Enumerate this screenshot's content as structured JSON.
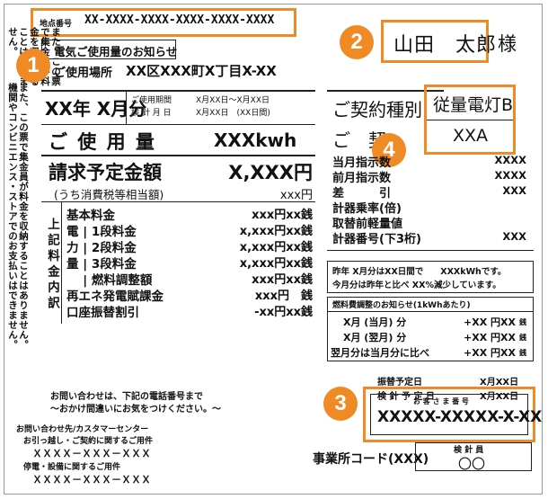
{
  "meter_point": {
    "label": "地点番号",
    "value": "XX-XXXX-XXXX-XXXX-XXXX-XXXX"
  },
  "left_vertical_text": "また、この票で集金員が料金を収納することはありません。",
  "left_vertical_text2": "機関やコンビニエンス・ストアでのお支払いはできません。",
  "notice_title": "電気ご使用量のお知らせ",
  "usage_place": {
    "label": "ご使用場所",
    "value": "XX区XXX町X丁目X-XX"
  },
  "customer": {
    "name": "山田　太郎",
    "suffix": "様"
  },
  "period": {
    "label": "XX年 X月分",
    "line1_label": "ご使用期間",
    "line1_value": "X月XX日～X月XX日",
    "line2_label": "検 針 月 日",
    "line2_value": "X月XX日　(XX日間)"
  },
  "usage": {
    "label": "ご 使 用 量",
    "value": "XXXkwh"
  },
  "billing": {
    "label": "請求予定金額",
    "sub": "(うち消費税等相当額)",
    "value": "X,XXX円",
    "tax": "xxx円"
  },
  "side_label": "上記料金内訳",
  "breakdown": [
    {
      "label": "基本料金",
      "amount": "xxx円xx銭"
    },
    {
      "label": "電 | 1段料金",
      "amount": "x,xxx円xx銭"
    },
    {
      "label": "力 | 2段料金",
      "amount": "x,xxx円xx銭"
    },
    {
      "label": "量 | 3段料金",
      "amount": "x,xxx円xx銭"
    },
    {
      "label": "　 | 燃料調整額",
      "amount": "xxx円xx銭"
    },
    {
      "label": "再エネ発電賦課金",
      "amount": "xxx円　銭"
    },
    {
      "label": "口座振替割引",
      "amount": "-xx円xx銭"
    }
  ],
  "contract": {
    "label": "ご契約種別",
    "value": "従量電灯B",
    "cap_label": "ご　契",
    "cap_value": "XXA"
  },
  "meter_rows": [
    {
      "label": "当月指示数",
      "value": "XXXX"
    },
    {
      "label": "前月指示数",
      "value": "XXXX"
    },
    {
      "label": "差　　　引",
      "value": "XXX"
    },
    {
      "label": "計器乗率(倍)",
      "value": ""
    },
    {
      "label": "取替前軽量値",
      "value": ""
    },
    {
      "label": "計器番号(下3桁)",
      "value": "XXX"
    }
  ],
  "comparison": {
    "line1": "昨年 X月分はXX日間で　　XXXkWhです。",
    "line2": "今月分は昨年と比べ XX%減少しています。"
  },
  "fuel": {
    "title": "燃料費調整のお知らせ(1kWhあたり)",
    "rows": [
      {
        "label": "X月 (当月) 分",
        "value": "+XX 円XX",
        "unit": "銭"
      },
      {
        "label": "X月 (翌月) 分",
        "value": "+XX 円XX",
        "unit": "銭"
      },
      {
        "label": "翌月分は当月分に比べ",
        "value": "+XX 円XX",
        "unit": "銭"
      }
    ]
  },
  "transfer": {
    "row1_label": "振替予定日",
    "row1_value": "X月XX日",
    "row2_label": "検 針 予 定 日",
    "row2_value": "X月XX日"
  },
  "customer_number": {
    "label": "お 客 さ ま 番 号",
    "value": "XXXXX-XXXXX-X-XX"
  },
  "office": {
    "label": "事業所コード(XXX)",
    "inspector_label": "検 針 員",
    "inspector_value": "〇〇"
  },
  "contact": {
    "line1": "お問い合わせは、下記の電話番号まで",
    "line2": "～おかけ間違いにお気をつけください。～",
    "line3": "お問い合わせ先/カスタマーセンター",
    "line4": "お引っ越し・ご契約に関するご用件",
    "line5": "ＸＸＸＸ－ＸＸＸ－ＸＸＸ",
    "line6": "停電・設備に関するご用件",
    "line7": "ＸＸＸＸ－ＸＸＸ－ＸＸＸ"
  },
  "badges": [
    "1",
    "2",
    "3",
    "4"
  ],
  "colors": {
    "accent": "#f08a24"
  }
}
